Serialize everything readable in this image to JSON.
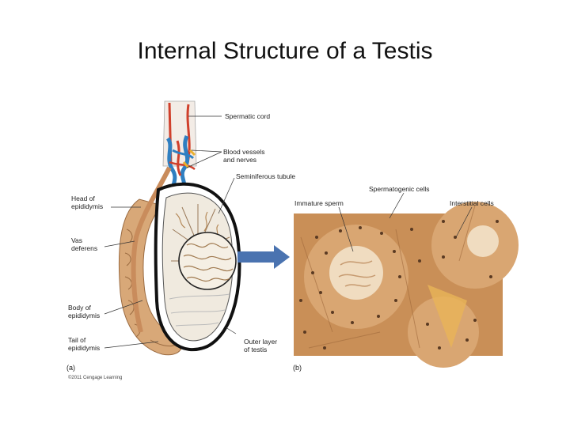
{
  "title": "Internal Structure of a Testis",
  "labels": {
    "spermatic_cord": "Spermatic cord",
    "blood_vessels_1": "Blood vessels",
    "blood_vessels_2": "and nerves",
    "seminiferous_tubule": "Seminiferous tubule",
    "head_epididymis_1": "Head of",
    "head_epididymis_2": "epididymis",
    "vas_deferens_1": "Vas",
    "vas_deferens_2": "deferens",
    "body_epididymis_1": "Body of",
    "body_epididymis_2": "epididymis",
    "tail_epididymis_1": "Tail of",
    "tail_epididymis_2": "epididymis",
    "outer_layer_1": "Outer layer",
    "outer_layer_2": "of testis",
    "spermatogenic_cells": "Spermatogenic cells",
    "immature_sperm": "Immature sperm",
    "interstitial_cells": "Interstitial cells"
  },
  "panels": {
    "a": "(a)",
    "b": "(b)"
  },
  "credit": "©2011 Cengage Learning",
  "colors": {
    "tan": "#d8a878",
    "tan_dark": "#b07848",
    "blood_red": "#d0402c",
    "blood_blue": "#2f7fc1",
    "arrow_blue": "#4a73b0",
    "micro_bg": "#c98f57"
  }
}
